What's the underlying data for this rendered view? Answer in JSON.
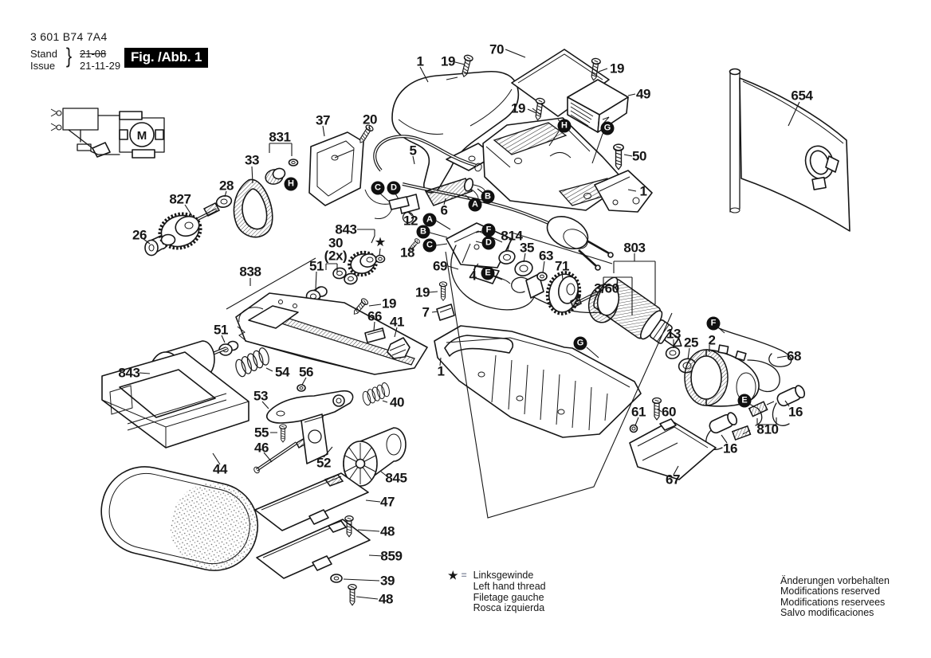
{
  "header": {
    "type_number": "3 601 B74 7A4",
    "stand_label": "Stand",
    "issue_label": "Issue",
    "brace": "}",
    "stand_value": "21-08",
    "issue_value": "21-11-29",
    "figure_label": "Fig. /Abb. 1"
  },
  "schematic": {
    "motor_label": "M"
  },
  "connectors": [
    "A",
    "B",
    "C",
    "D",
    "E",
    "F",
    "G",
    "H"
  ],
  "legend": {
    "star_symbol": "★",
    "equals_sign": "=",
    "lines": [
      "Linksgewinde",
      "Left hand thread",
      "Filetage gauche",
      "Rosca izquierda"
    ]
  },
  "notice": [
    "Änderungen vorbehalten",
    "Modifications reserved",
    "Modifications reservees",
    "Salvo modificaciones"
  ],
  "colors": {
    "ink": "#161616",
    "figure_box_bg": "#000000",
    "figure_box_text": "#ffffff"
  },
  "callouts": [
    {
      "text": "1"
    },
    {
      "text": "19"
    },
    {
      "text": "70"
    },
    {
      "text": "19"
    },
    {
      "text": "49"
    },
    {
      "text": "654"
    },
    {
      "text": "19"
    },
    {
      "text": "5"
    },
    {
      "text": "50"
    },
    {
      "text": "1"
    },
    {
      "text": "37"
    },
    {
      "text": "20"
    },
    {
      "text": "831"
    },
    {
      "text": "33"
    },
    {
      "text": "28"
    },
    {
      "text": "827"
    },
    {
      "text": "26"
    },
    {
      "text": "6"
    },
    {
      "text": "12"
    },
    {
      "text": "18"
    },
    {
      "text": "843"
    },
    {
      "text": "30"
    },
    {
      "text": "(2x)"
    },
    {
      "text": "51"
    },
    {
      "text": "838"
    },
    {
      "text": "51"
    },
    {
      "text": "814"
    },
    {
      "text": "35"
    },
    {
      "text": "63"
    },
    {
      "text": "71"
    },
    {
      "text": "803"
    },
    {
      "text": "3/60"
    },
    {
      "text": "69"
    },
    {
      "text": "4"
    },
    {
      "text": "19"
    },
    {
      "text": "7"
    },
    {
      "text": "19"
    },
    {
      "text": "66"
    },
    {
      "text": "41"
    },
    {
      "text": "13"
    },
    {
      "text": "25"
    },
    {
      "text": "2"
    },
    {
      "text": "68"
    },
    {
      "text": "16"
    },
    {
      "text": "810"
    },
    {
      "text": "16"
    },
    {
      "text": "61"
    },
    {
      "text": "60"
    },
    {
      "text": "67"
    },
    {
      "text": "1"
    },
    {
      "text": "843"
    },
    {
      "text": "54"
    },
    {
      "text": "56"
    },
    {
      "text": "53"
    },
    {
      "text": "40"
    },
    {
      "text": "55"
    },
    {
      "text": "46"
    },
    {
      "text": "44"
    },
    {
      "text": "52"
    },
    {
      "text": "845"
    },
    {
      "text": "47"
    },
    {
      "text": "48"
    },
    {
      "text": "859"
    },
    {
      "text": "39"
    },
    {
      "text": "48"
    }
  ]
}
